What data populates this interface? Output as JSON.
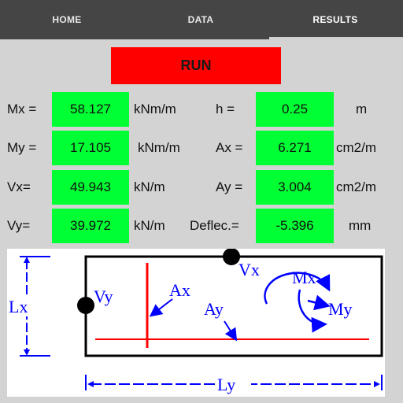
{
  "tabs": [
    {
      "label": "HOME"
    },
    {
      "label": "DATA"
    },
    {
      "label": "RESULTS"
    }
  ],
  "run_label": "RUN",
  "results": {
    "left": [
      {
        "label": "Mx  =",
        "value": "58.127",
        "unit": "kNm/m"
      },
      {
        "label": "My  =",
        "value": "17.105",
        "unit": "kNm/m"
      },
      {
        "label": "Vx=",
        "value": "49.943",
        "unit": "kN/m"
      },
      {
        "label": "Vy=",
        "value": "39.972",
        "unit": "kN/m"
      }
    ],
    "right": [
      {
        "label": "h   =",
        "value": "0.25",
        "unit": "m"
      },
      {
        "label": "Ax =",
        "value": "6.271",
        "unit": "cm2/m"
      },
      {
        "label": "Ay =",
        "value": "3.004",
        "unit": "cm2/m"
      },
      {
        "label": "Deflec.=",
        "value": "-5.396",
        "unit": "mm"
      }
    ]
  },
  "diagram": {
    "lx_label": "Lx",
    "ly_label": "Ly",
    "vx_label": "Vx",
    "vy_label": "Vy",
    "ax_label": "Ax",
    "ay_label": "Ay",
    "mx_label": "Mx",
    "my_label": "My",
    "colors": {
      "dim": "#0000ff",
      "rebar": "#ff0000",
      "outline": "#000000"
    }
  }
}
